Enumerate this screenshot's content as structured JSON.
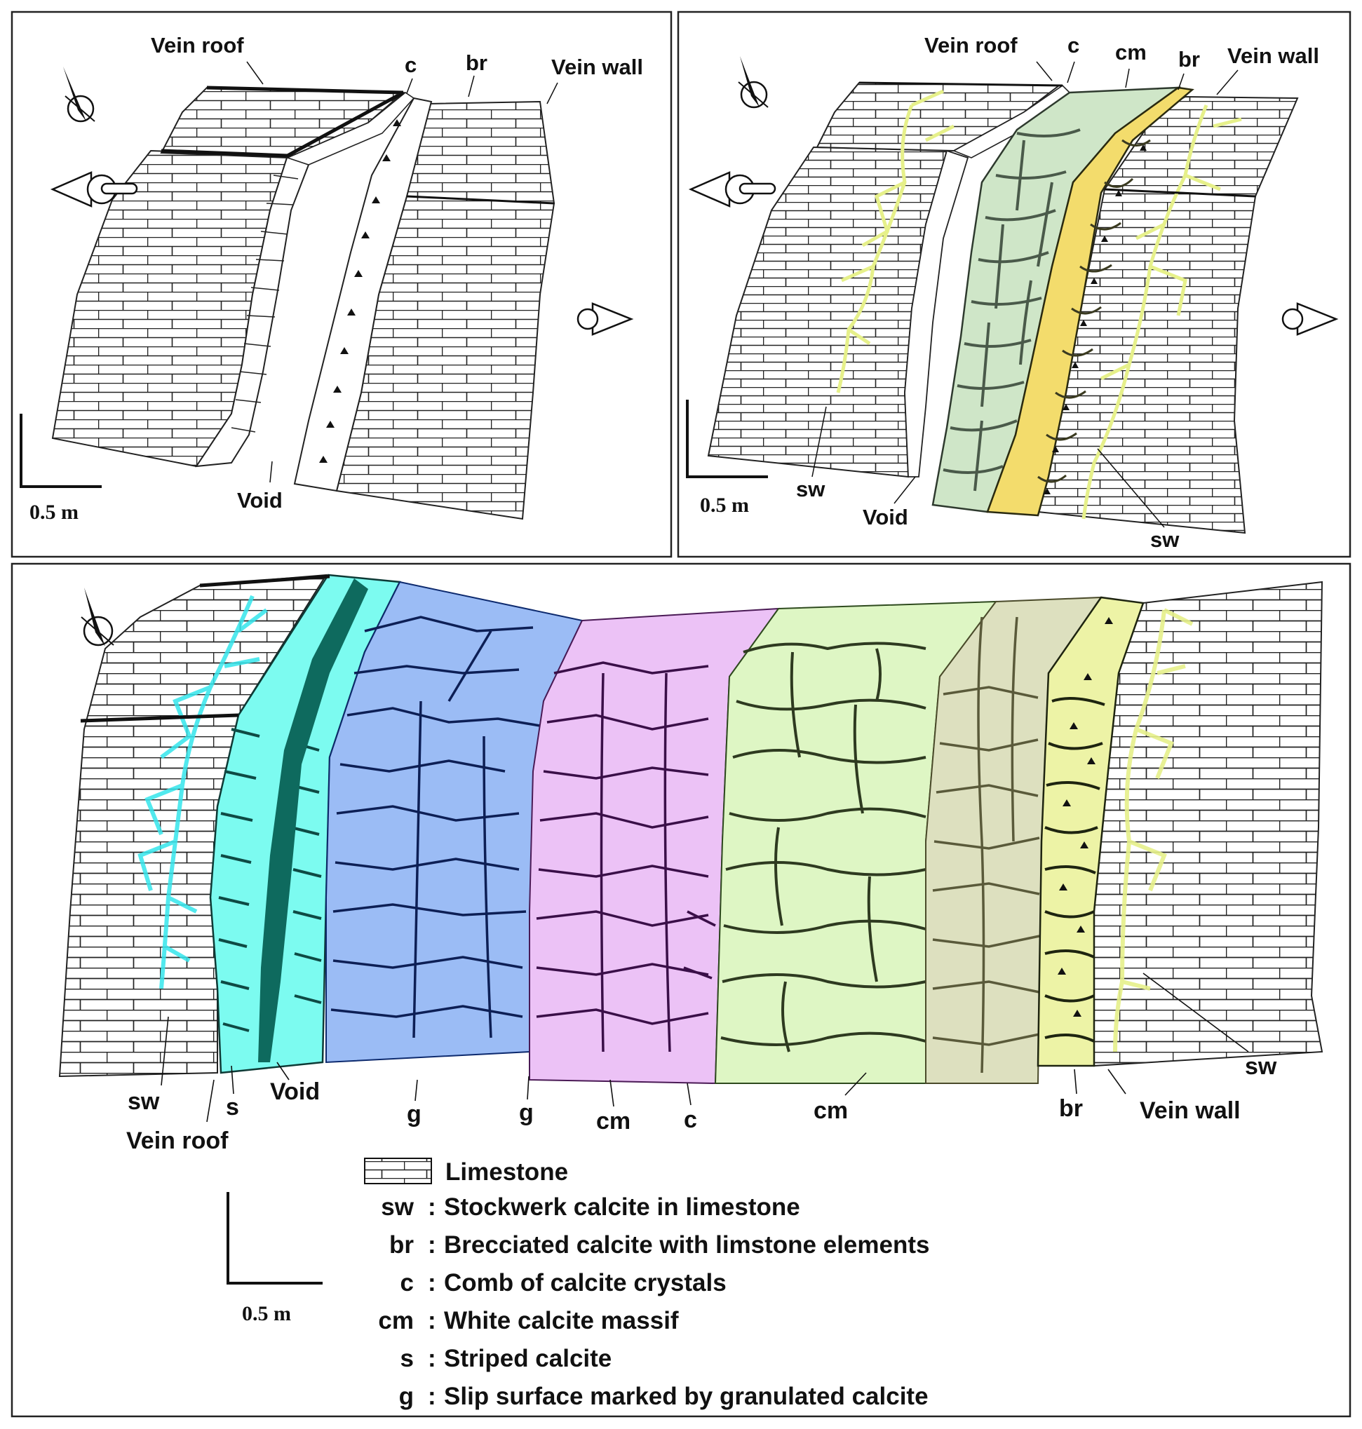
{
  "panel_a": {
    "labels": {
      "vein_roof": "Vein roof",
      "c": "c",
      "br": "br",
      "vein_wall": "Vein wall",
      "void": "Void"
    },
    "scale": "0.5 m"
  },
  "panel_b": {
    "labels": {
      "vein_roof": "Vein roof",
      "c": "c",
      "cm": "cm",
      "br": "br",
      "vein_wall": "Vein wall",
      "sw_left": "sw",
      "void": "Void",
      "sw_right": "sw"
    },
    "scale": "0.5 m"
  },
  "panel_c": {
    "labels": {
      "sw_left": "sw",
      "vein_roof": "Vein roof",
      "s": "s",
      "void": "Void",
      "g1": "g",
      "g2": "g",
      "cm1": "cm",
      "c": "c",
      "cm2": "cm",
      "br": "br",
      "vein_wall": "Vein wall",
      "sw_right": "sw"
    },
    "scale": "0.5 m"
  },
  "legend": {
    "limestone": "Limestone",
    "items": [
      {
        "code": "sw",
        "sep": ":",
        "text": "Stockwerk calcite in limestone"
      },
      {
        "code": "br",
        "sep": ":",
        "text": "Brecciated calcite with limstone elements"
      },
      {
        "code": "c",
        "sep": ":",
        "text": "Comb of calcite crystals"
      },
      {
        "code": "cm",
        "sep": ":",
        "text": "White calcite massif"
      },
      {
        "code": "s",
        "sep": ":",
        "text": "Striped calcite"
      },
      {
        "code": "g",
        "sep": ":",
        "text": "Slip surface marked by granulated calcite"
      }
    ]
  },
  "colors": {
    "sw_stockwerk_b": "#e6f08a",
    "sw_stockwerk_c": "#35e6ec",
    "striped_s": "#7cfbf0",
    "void_fill": "#0e6a5e",
    "slip_zone_blue": "#9bbcf5",
    "comb_pink": "#ecc2f6",
    "massif_green": "#def6c4",
    "massif_gray": "#dde0bf",
    "breccia_b": "#f3dc6c",
    "breccia_c": "#edf3a6",
    "cm_b": "#cfe6c8"
  }
}
